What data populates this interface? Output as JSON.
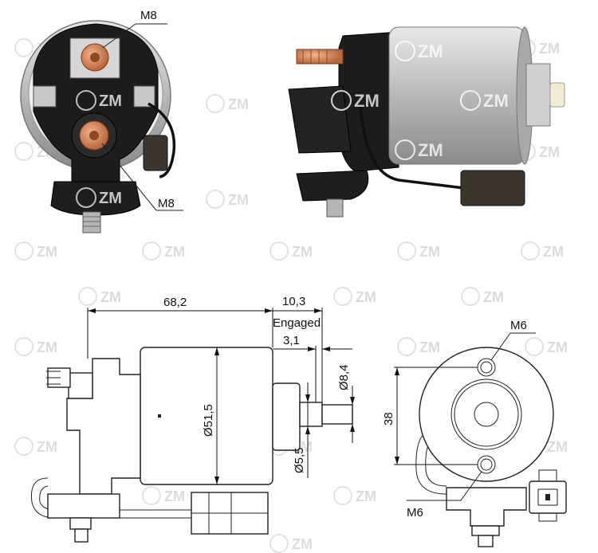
{
  "watermark": {
    "brand": "ZM"
  },
  "photo_front": {
    "callout_top": "M8",
    "callout_bottom": "M8"
  },
  "drawing": {
    "length_label": "68,2",
    "travel_label": "10,3",
    "travel_note": "Engaged",
    "offset_label": "3,1",
    "body_dia_label": "Ø51,5",
    "plunger_dia_label": "Ø8,4",
    "shaft_dia_label": "Ø5,5",
    "hole_spacing_label": "38",
    "hole_top_label": "M6",
    "hole_bottom_label": "M6"
  },
  "colors": {
    "housing_silver": "#c9c9c9",
    "bakelite_black": "#1c1c1c",
    "copper": "#d9895a",
    "watermark": "#dcdcdc"
  }
}
